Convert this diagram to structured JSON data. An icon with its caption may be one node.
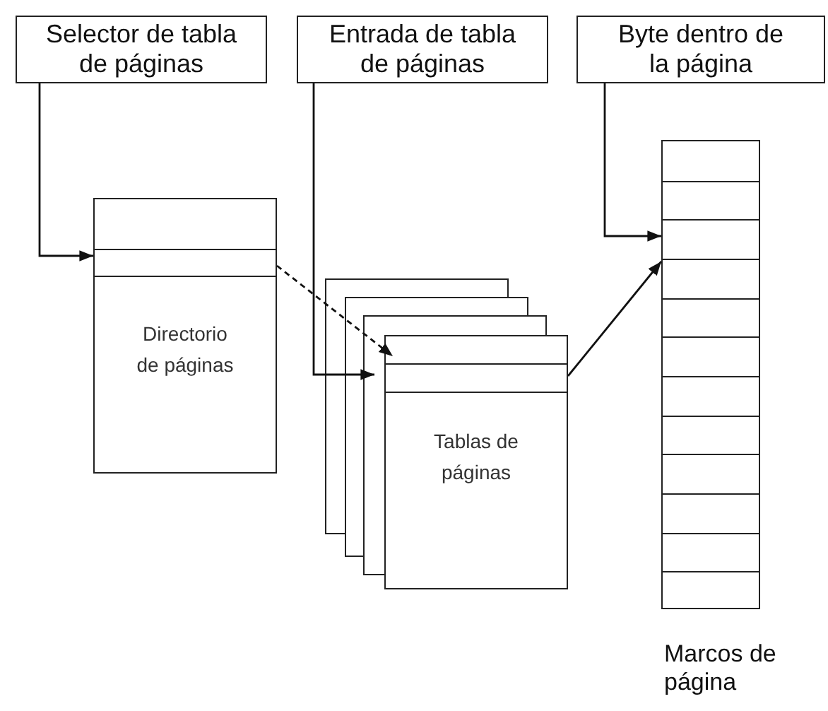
{
  "diagram": {
    "nodes": [
      {
        "text": [
          "Selector de tabla de páginas"
        ]
      },
      {
        "text": [
          "Entrada de tabla de páginas"
        ]
      },
      {
        "text": [
          "Byte dentro de la página"
        ]
      },
      {
        "text": [
          "Directorio de páginas"
        ]
      },
      {
        "text": [
          "Tablas de páginas"
        ]
      },
      {
        "text": [],
        "shape": "box",
        "beside": [
          "Marcos de página"
        ]
      }
    ],
    "edges": [
      {
        "from": 0,
        "to": 3,
        "arrow": "to"
      },
      {
        "from": 3,
        "to": 4,
        "arrow": "to",
        "style": "dashed"
      },
      {
        "from": 1,
        "to": 4,
        "arrow": "to"
      },
      {
        "from": 4,
        "to": 5,
        "arrow": "to"
      },
      {
        "from": 2,
        "to": 5,
        "arrow": "to"
      }
    ]
  }
}
